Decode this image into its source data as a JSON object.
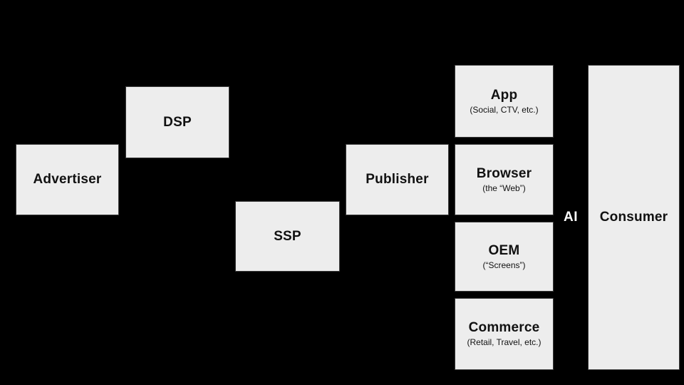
{
  "colors": {
    "background": "#000000",
    "box_fill": "#ededed",
    "box_border": "#3a3a3a",
    "text": "#111111",
    "ai_text": "#ffffff"
  },
  "diagram": {
    "nodes": [
      {
        "id": "advertiser",
        "label": "Advertiser"
      },
      {
        "id": "dsp",
        "label": "DSP"
      },
      {
        "id": "ssp",
        "label": "SSP"
      },
      {
        "id": "publisher",
        "label": "Publisher"
      },
      {
        "id": "app",
        "label": "App",
        "sublabel": "(Social, CTV, etc.)"
      },
      {
        "id": "browser",
        "label": "Browser",
        "sublabel": "(the “Web”)"
      },
      {
        "id": "oem",
        "label": "OEM",
        "sublabel": "(“Screens”)"
      },
      {
        "id": "commerce",
        "label": "Commerce",
        "sublabel": "(Retail, Travel, etc.)"
      },
      {
        "id": "consumer",
        "label": "Consumer"
      }
    ],
    "ai_label": "AI"
  }
}
